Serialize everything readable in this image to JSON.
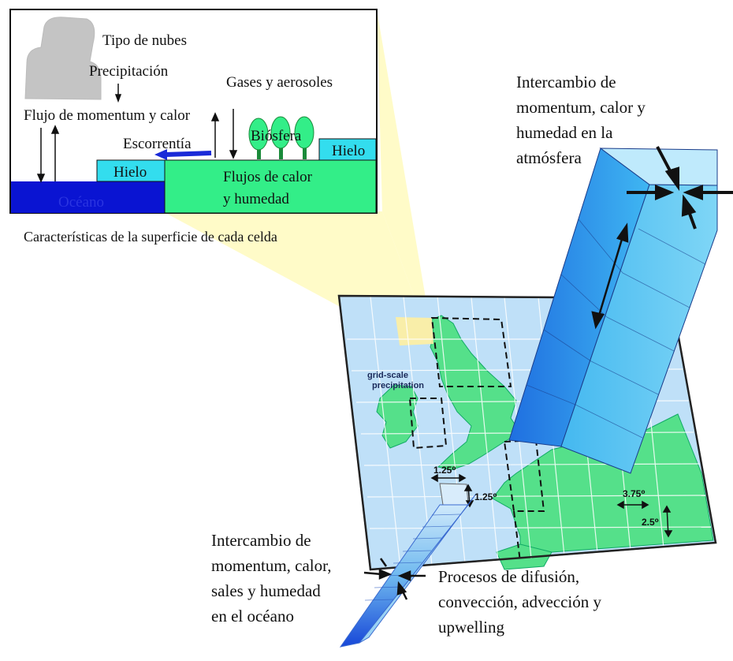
{
  "inset": {
    "cloud_type": "Tipo de nubes",
    "precipitation": "Precipitación",
    "gases": "Gases y aerosoles",
    "momentum_heat_flux": "Flujo de momentum y calor",
    "runoff": "Escorrentía",
    "biosphere": "Biósfera",
    "ice_right": "Hielo",
    "ice_left": "Hielo",
    "heat_moisture_line1": "Flujos de calor",
    "heat_moisture_line2": "y humedad",
    "ocean": "Océano",
    "caption": "Características de la superficie de cada celda"
  },
  "atmosphere_label": {
    "line1": "Intercambio de",
    "line2": "momentum, calor y",
    "line3": "humedad en la",
    "line4": "atmósfera"
  },
  "map": {
    "grid_precip_line1": "grid-scale",
    "grid_precip_line2": "precipitation",
    "dim_small_x": "1.25⁰",
    "dim_small_y": "1.25⁰",
    "dim_large_x": "3.75⁰",
    "dim_large_y": "2.5⁰"
  },
  "ocean_label": {
    "line1": "Intercambio de",
    "line2": "momentum, calor,",
    "line3": "sales y humedad",
    "line4": "en el océano"
  },
  "process_label": {
    "line1": "Procesos de difusión,",
    "line2": "convección, advección y",
    "line3": "upwelling"
  },
  "colors": {
    "ocean": "#0a14d2",
    "land": "#33ee88",
    "ice": "#33ddee",
    "sea_map": "#bfe0f8",
    "map_land": "#55e08a",
    "cone": "#fffbc8",
    "column": "#2a8ce8"
  }
}
